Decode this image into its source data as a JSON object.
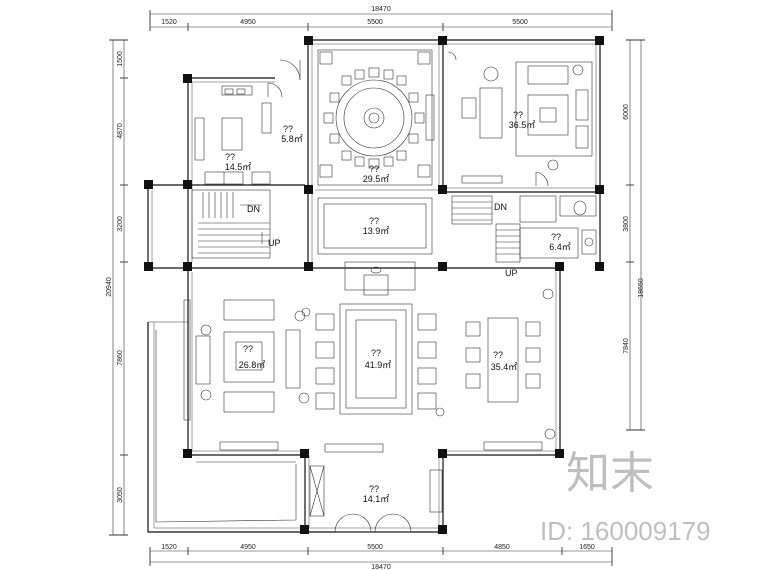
{
  "dimensions": {
    "top_total": "18470",
    "top_segments": [
      "1520",
      "4950",
      "5500",
      "5500"
    ],
    "bottom_segments": [
      "1520",
      "4950",
      "5500",
      "4850",
      "1650"
    ],
    "bottom_total": "18470",
    "left_segments": [
      "1500",
      "4870",
      "3200",
      "7860",
      "3050"
    ],
    "left_total": "20940",
    "right_segments": [
      "6000",
      "3800",
      "7840"
    ],
    "right_total": "18650"
  },
  "rooms": [
    {
      "name": "??",
      "area": "14.5㎡"
    },
    {
      "name": "??",
      "area": "5.8㎡"
    },
    {
      "name": "??",
      "area": "29.5㎡"
    },
    {
      "name": "??",
      "area": "36.5㎡"
    },
    {
      "name": "??",
      "area": "13.9㎡"
    },
    {
      "name": "??",
      "area": "6.4㎡"
    },
    {
      "name": "??",
      "area": "26.8㎡"
    },
    {
      "name": "??",
      "area": "41.9㎡"
    },
    {
      "name": "??",
      "area": "35.4㎡"
    },
    {
      "name": "??",
      "area": "14.1㎡"
    }
  ],
  "stair_labels": {
    "dn_left": "DN",
    "up_left": "UP",
    "dn_right": "DN",
    "up_right": "UP"
  },
  "watermark": {
    "logo": "知末",
    "id": "ID: 160009179"
  }
}
